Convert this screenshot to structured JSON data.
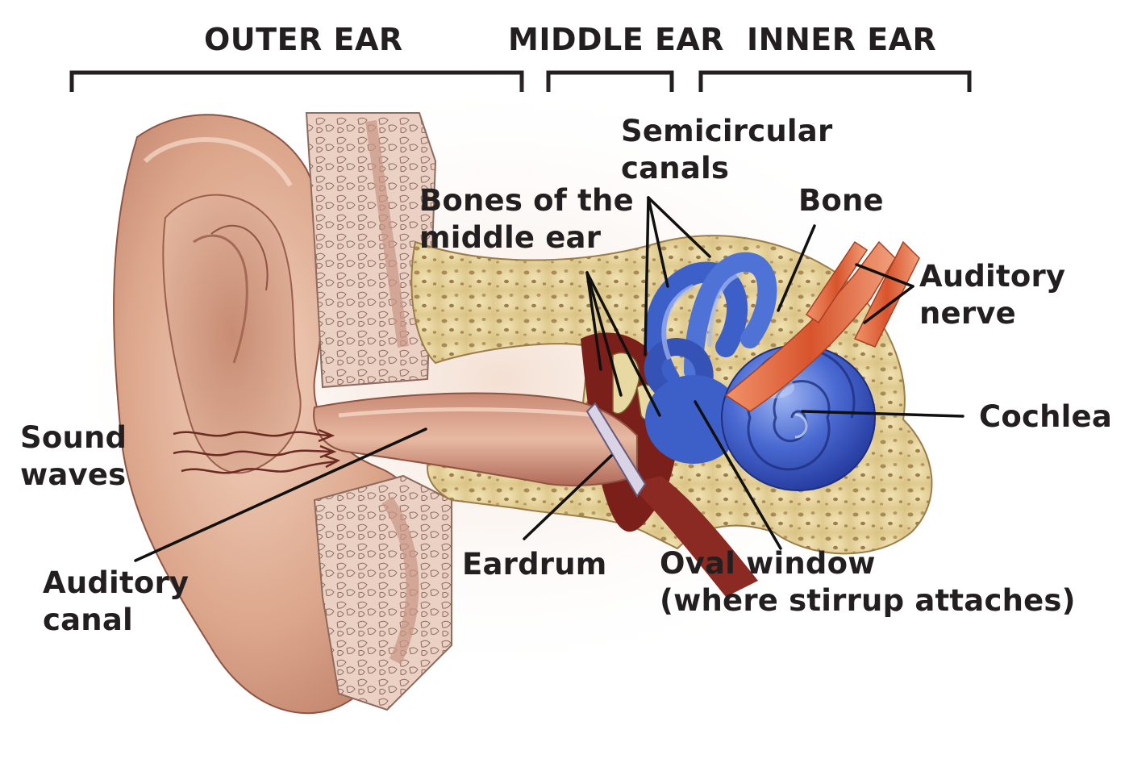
{
  "sections": {
    "outer": "OUTER EAR",
    "middle": "MIDDLE EAR",
    "inner": "INNER EAR"
  },
  "labels": {
    "semicircular_line1": "Semicircular",
    "semicircular_line2": "canals",
    "bones_line1": "Bones of the",
    "bones_line2": "middle ear",
    "bone": "Bone",
    "auditory_nerve_line1": "Auditory",
    "auditory_nerve_line2": "nerve",
    "cochlea": "Cochlea",
    "sound_waves_line1": "Sound",
    "sound_waves_line2": "waves",
    "auditory_canal_line1": "Auditory",
    "auditory_canal_line2": "canal",
    "eardrum": "Eardrum",
    "oval_window_line1": "Oval window",
    "oval_window_line2": "(where stirrup attaches)"
  },
  "colors": {
    "skin": "#d9a58c",
    "skin_dark": "#b97a64",
    "bone": "#e6d39b",
    "bone_spots": "#a88a55",
    "labyrinth_blue": "#3d5fc8",
    "nerve_orange": "#e06a3a",
    "cavity_red": "#7a1f1a",
    "text": "#231f20"
  }
}
